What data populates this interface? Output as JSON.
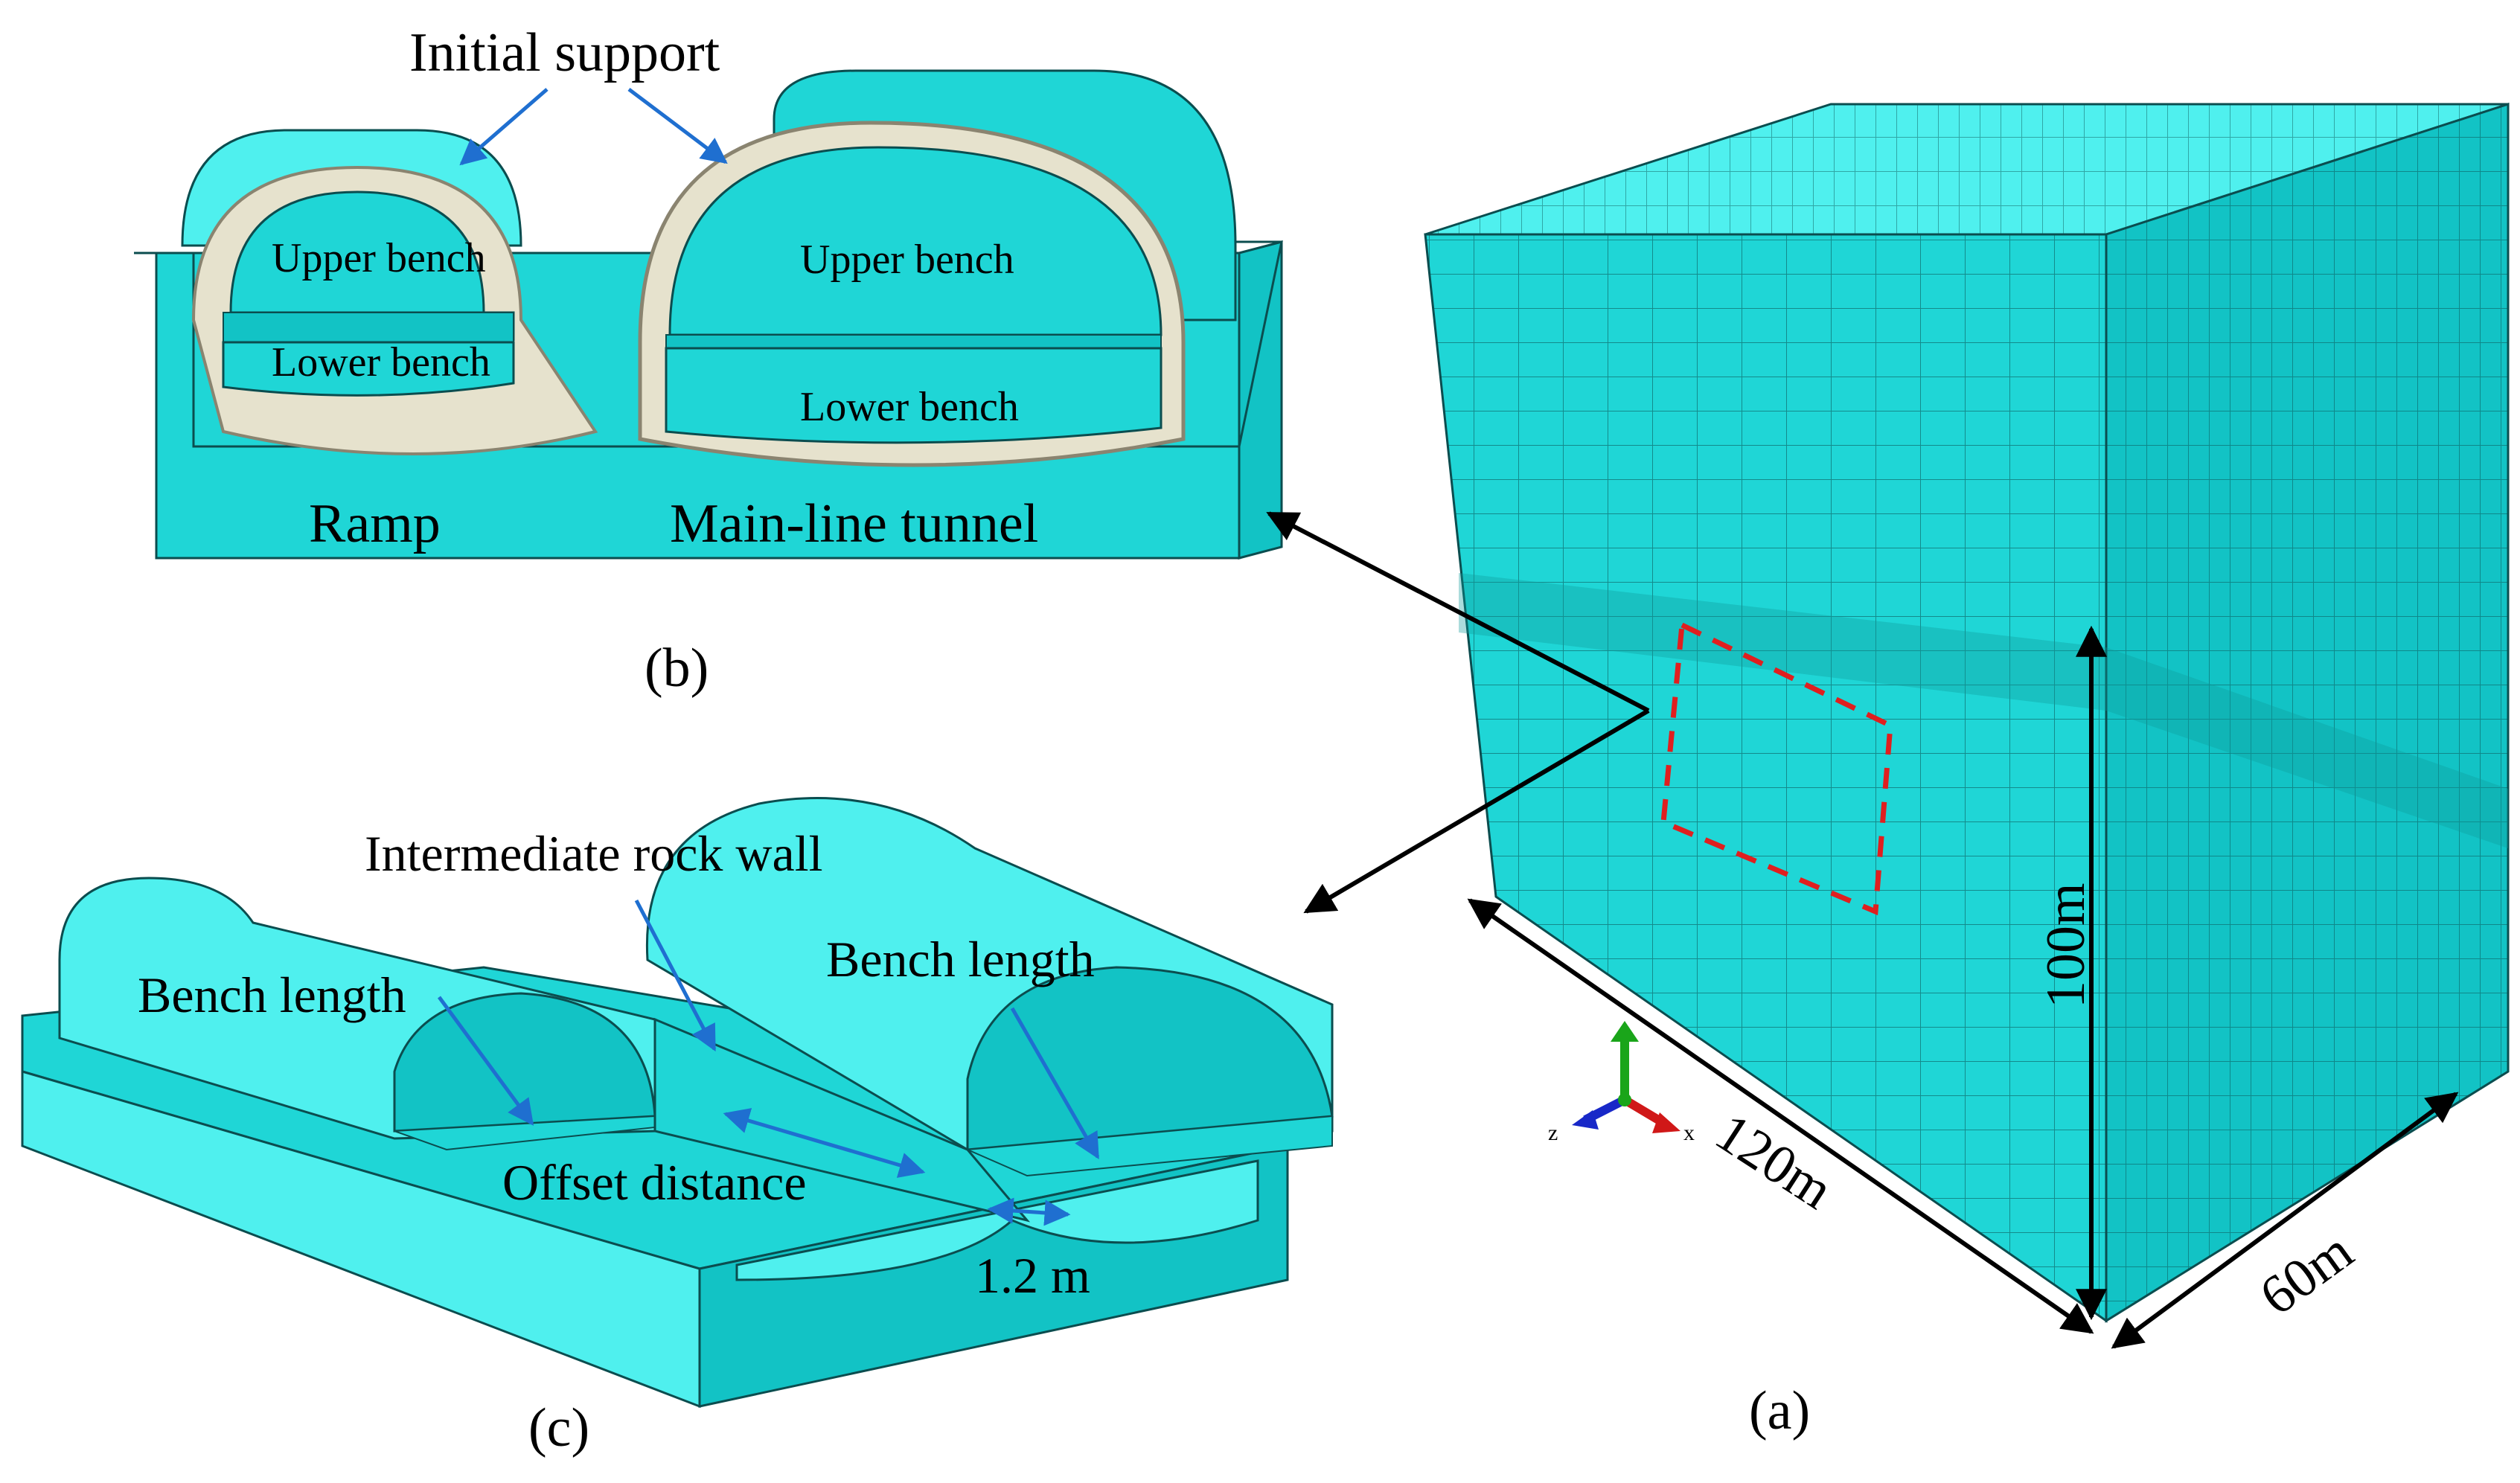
{
  "colors": {
    "model": "#1fd6d6",
    "model_light": "#4ff0ee",
    "model_dark": "#0f9a9a",
    "model_face": "#12c3c5",
    "lining": "#e6e2cd",
    "lining_edge": "#8a8470",
    "mesh_line": "#0b4d4f",
    "arrow_black": "#000000",
    "arrow_blue": "#1f6fd0",
    "dashed_box": "#e01f1f",
    "triad_y": "#1aa51a",
    "triad_x": "#d01818",
    "triad_z": "#1828c8"
  },
  "panel_b": {
    "callout": "Initial support",
    "ramp_upper": "Upper bench",
    "ramp_lower": "Lower bench",
    "main_upper": "Upper bench",
    "main_lower": "Lower bench",
    "label_ramp": "Ramp",
    "label_main": "Main-line tunnel",
    "caption": "(b)"
  },
  "panel_c": {
    "callout_wall": "Intermediate rock wall",
    "bench_length_left": "Bench length",
    "bench_length_right": "Bench length",
    "offset": "Offset distance",
    "gap": "1.2 m",
    "caption": "(c)"
  },
  "panel_a": {
    "height": "100m",
    "length": "120m",
    "width": "60m",
    "caption": "(a)",
    "axis_z": "z",
    "axis_x": "x",
    "icons": [
      "axis-triad-icon"
    ]
  }
}
